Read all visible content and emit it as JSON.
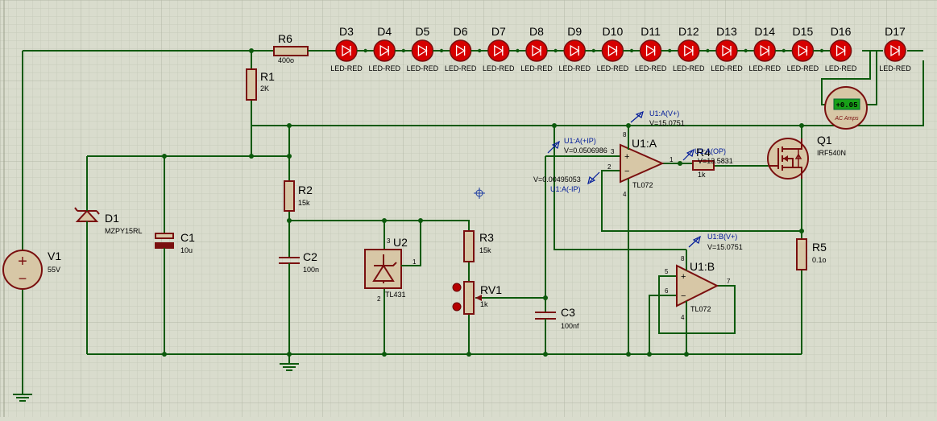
{
  "colors": {
    "background": "#d9dccd",
    "grid_minor": "#c8cbbc",
    "grid_major": "#b4b7a6",
    "wire": "#0d5a0d",
    "component_outline": "#7a0f0f",
    "component_fill": "#d7c7a6",
    "led_fill": "#d60000",
    "probe_text": "#001a99",
    "meter_display": "#18a018"
  },
  "leds": [
    {
      "ref": "D3",
      "value": "LED-RED"
    },
    {
      "ref": "D4",
      "value": "LED-RED"
    },
    {
      "ref": "D5",
      "value": "LED-RED"
    },
    {
      "ref": "D6",
      "value": "LED-RED"
    },
    {
      "ref": "D7",
      "value": "LED-RED"
    },
    {
      "ref": "D8",
      "value": "LED-RED"
    },
    {
      "ref": "D9",
      "value": "LED-RED"
    },
    {
      "ref": "D10",
      "value": "LED-RED"
    },
    {
      "ref": "D11",
      "value": "LED-RED"
    },
    {
      "ref": "D12",
      "value": "LED-RED"
    },
    {
      "ref": "D13",
      "value": "LED-RED"
    },
    {
      "ref": "D14",
      "value": "LED-RED"
    },
    {
      "ref": "D15",
      "value": "LED-RED"
    },
    {
      "ref": "D16",
      "value": "LED-RED"
    },
    {
      "ref": "D17",
      "value": "LED-RED"
    }
  ],
  "components": {
    "v1": {
      "ref": "V1",
      "value": "55V"
    },
    "r6": {
      "ref": "R6",
      "value": "400o"
    },
    "r1": {
      "ref": "R1",
      "value": "2K"
    },
    "r2": {
      "ref": "R2",
      "value": "15k"
    },
    "r3": {
      "ref": "R3",
      "value": "15k"
    },
    "r4": {
      "ref": "R4",
      "value": "1k"
    },
    "r5": {
      "ref": "R5",
      "value": "0.1o"
    },
    "d1": {
      "ref": "D1",
      "value": "MZPY15RL"
    },
    "c1": {
      "ref": "C1",
      "value": "10u"
    },
    "c2": {
      "ref": "C2",
      "value": "100n"
    },
    "c3": {
      "ref": "C3",
      "value": "100nf"
    },
    "u2": {
      "ref": "U2",
      "value": "TL431",
      "pin_1": "1",
      "pin_2": "2",
      "pin_3": "3"
    },
    "rv1": {
      "ref": "RV1",
      "value": "1k"
    },
    "u1a": {
      "ref": "U1:A",
      "value": "TL072",
      "pin_plus": "3",
      "pin_minus": "2",
      "pin_out": "1",
      "pin_vcc": "8",
      "pin_gnd": "4",
      "sign_plus": "+",
      "sign_minus": "−"
    },
    "u1b": {
      "ref": "U1:B",
      "value": "TL072",
      "pin_plus": "5",
      "pin_minus": "6",
      "pin_out": "7",
      "pin_vcc": "8",
      "pin_gnd": "4",
      "sign_plus": "+",
      "sign_minus": "−"
    },
    "q1": {
      "ref": "Q1",
      "value": "IRF540N"
    },
    "ammeter": {
      "reading": "+0.05",
      "unit": "AC Amps"
    }
  },
  "probes": {
    "u1a_vplus": {
      "name": "U1:A(V+)",
      "value": "V=15.0751"
    },
    "u1a_ip_plus": {
      "name": "U1:A(+IP)",
      "value": "V=0.0506986"
    },
    "u1a_ip_minus": {
      "name": "U1:A(-IP)",
      "value": "V=0.00495053"
    },
    "u1a_op": {
      "name": "U1:A(OP)",
      "value": "V=13.5831"
    },
    "u1b_vplus": {
      "name": "U1:B(V+)",
      "value": "V=15.0751"
    }
  }
}
